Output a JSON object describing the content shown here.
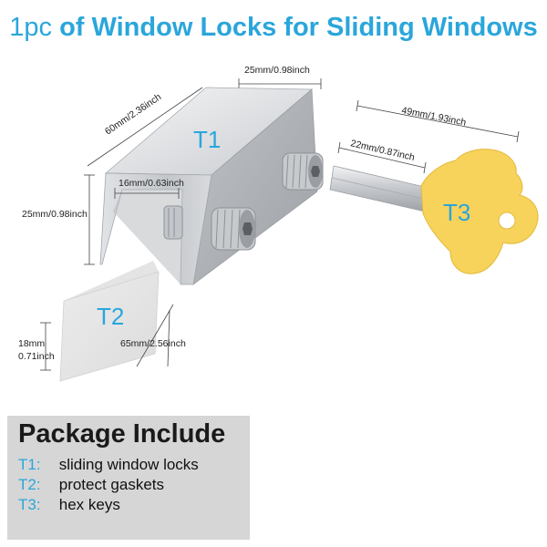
{
  "title": {
    "prefix": "1pc",
    "main": "of Window Locks for Sliding Windows"
  },
  "dimensions": {
    "t1_depth": "25mm/0.98inch",
    "t1_length": "60mm/2.36inch",
    "t1_gap": "16mm/0.63inch",
    "t1_height": "25mm/0.98inch",
    "key_length": "49mm/1.93inch",
    "key_shaft": "22mm/0.87inch",
    "gasket_length": "65mm/2.56inch",
    "gasket_width_mm": "18mm",
    "gasket_width_in": "0.71inch"
  },
  "labels": {
    "t1": "T1",
    "t2": "T2",
    "t3": "T3"
  },
  "package": {
    "title": "Package Include",
    "items": [
      {
        "code": "T1",
        "sep": ":",
        "text": "sliding window locks"
      },
      {
        "code": "T2",
        "sep": ":",
        "text": "protect gaskets"
      },
      {
        "code": "T3",
        "sep": ":",
        "text": "hex keys"
      }
    ]
  },
  "colors": {
    "accent": "#2aa6db",
    "key_yellow": "#f7d35c",
    "metal": "#cfd2d6",
    "panel": "#d6d6d6"
  }
}
